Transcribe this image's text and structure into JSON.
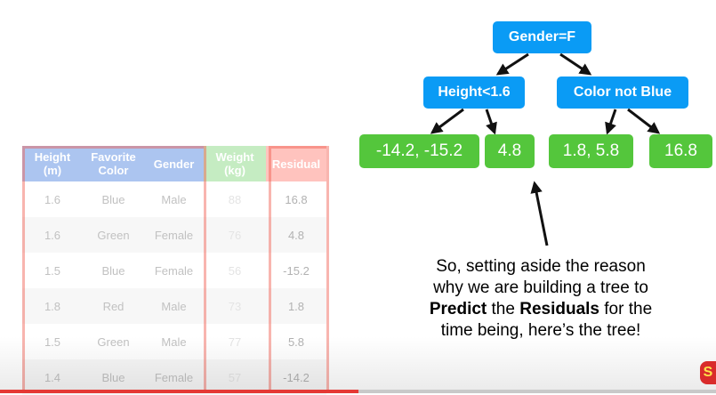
{
  "table": {
    "headers": [
      "Height (m)",
      "Favorite Color",
      "Gender",
      "Weight (kg)",
      "Residual"
    ],
    "rows": [
      [
        "1.6",
        "Blue",
        "Male",
        "88",
        "16.8"
      ],
      [
        "1.6",
        "Green",
        "Female",
        "76",
        "4.8"
      ],
      [
        "1.5",
        "Blue",
        "Female",
        "56",
        "-15.2"
      ],
      [
        "1.8",
        "Red",
        "Male",
        "73",
        "1.8"
      ],
      [
        "1.5",
        "Green",
        "Male",
        "77",
        "5.8"
      ],
      [
        "1.4",
        "Blue",
        "Female",
        "57",
        "-14.2"
      ]
    ]
  },
  "tree": {
    "root": "Gender=F",
    "left": "Height<1.6",
    "right": "Color not Blue",
    "leaves": [
      "-14.2, -15.2",
      "4.8",
      "1.8, 5.8",
      "16.8"
    ]
  },
  "caption": {
    "line1": "So, setting aside the reason",
    "line2": "why we are building a tree to",
    "predict": "Predict",
    "the": " the ",
    "residuals": "Residuals",
    "forthe": " for the",
    "line4": "time being, here’s the tree!"
  },
  "player": {
    "progress": 0.5,
    "logo_letter": "S"
  },
  "colors": {
    "node_blue": "#0a9bf5",
    "leaf_green": "#54c63c",
    "progress_red": "#e53935"
  }
}
